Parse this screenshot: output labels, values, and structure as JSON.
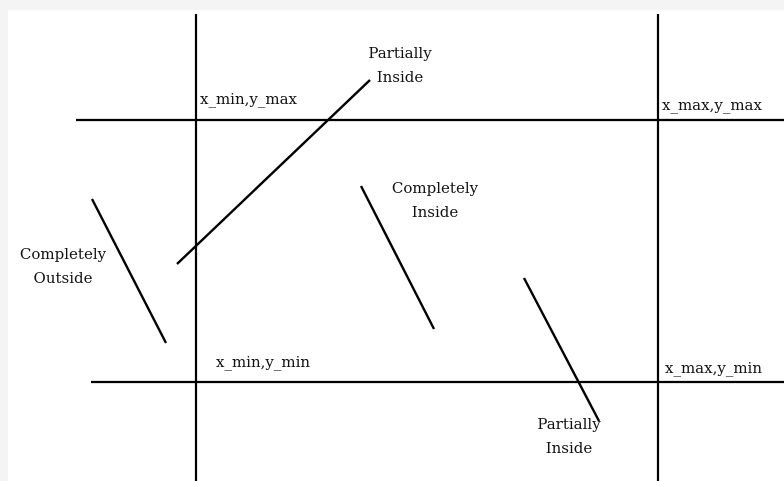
{
  "corners": {
    "top_left": "x_min,y_max",
    "top_right": "x_max,y_max",
    "bottom_left": "x_min,y_min",
    "bottom_right": "x_max,y_min"
  },
  "segments": {
    "outside": {
      "line1": "Completely",
      "line2": "Outside"
    },
    "inside": {
      "line1": "Completely",
      "line2": "Inside"
    },
    "partial_top": {
      "line1": "Partially",
      "line2": "Inside"
    },
    "partial_bottom": {
      "line1": "Partially",
      "line2": "Inside"
    }
  },
  "colors": {
    "line": "#000000",
    "text": "#111111",
    "background": "#ffffff"
  }
}
